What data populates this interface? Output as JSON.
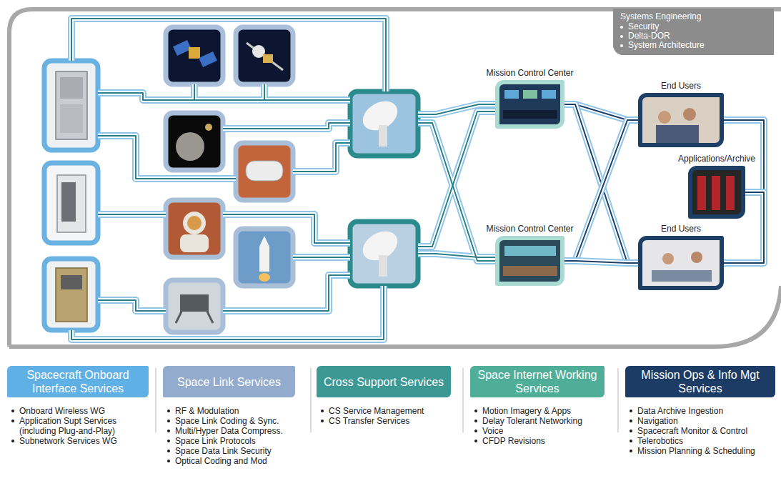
{
  "diagram": {
    "nodes": [
      {
        "text": [
          "Systems Engineering",
          "Security",
          "Delta-DOR",
          "System Architecture"
        ]
      },
      {
        "text": [
          "Mission Control Center"
        ]
      },
      {
        "text": [
          "End Users"
        ]
      },
      {
        "text": [
          "Applications/Archive"
        ]
      },
      {
        "text": [
          "Mission Control Center"
        ]
      },
      {
        "text": [
          "End Users"
        ]
      },
      {
        "text": [
          "Spacecraft Onboard Interface Services",
          "Onboard Wireless WG",
          "Application Supt Services (including Plug-and-Play)",
          "Subnetwork Services WG"
        ]
      },
      {
        "text": [
          "Space Link Services",
          "RF & Modulation",
          "Space Link Coding & Sync.",
          "Multi/Hyper Data Compress.",
          "Space Link Protocols",
          "Space Data Link Security",
          "Optical Coding and Mod"
        ]
      },
      {
        "text": [
          "Cross Support Services",
          "CS Service Management",
          "CS Transfer Services"
        ]
      },
      {
        "text": [
          "Space Internet Working Services",
          "Motion Imagery & Apps",
          "Delay Tolerant Networking",
          "Voice",
          "CFDP Revisions"
        ]
      },
      {
        "text": [
          "Mission Ops & Info Mgt Services",
          "Data Archive Ingestion",
          "Navigation",
          "Spacecraft Monitor & Control",
          "Telerobotics",
          "Mission Planning & Scheduling"
        ]
      }
    ],
    "edges": [
      {
        "from": 1,
        "to": 2,
        "arrow": "none"
      },
      {
        "from": 1,
        "to": 5,
        "arrow": "none"
      },
      {
        "from": 4,
        "to": 2,
        "arrow": "none"
      },
      {
        "from": 4,
        "to": 5,
        "arrow": "none"
      },
      {
        "from": 2,
        "to": 3,
        "arrow": "none"
      },
      {
        "from": 5,
        "to": 3,
        "arrow": "none"
      }
    ]
  }
}
